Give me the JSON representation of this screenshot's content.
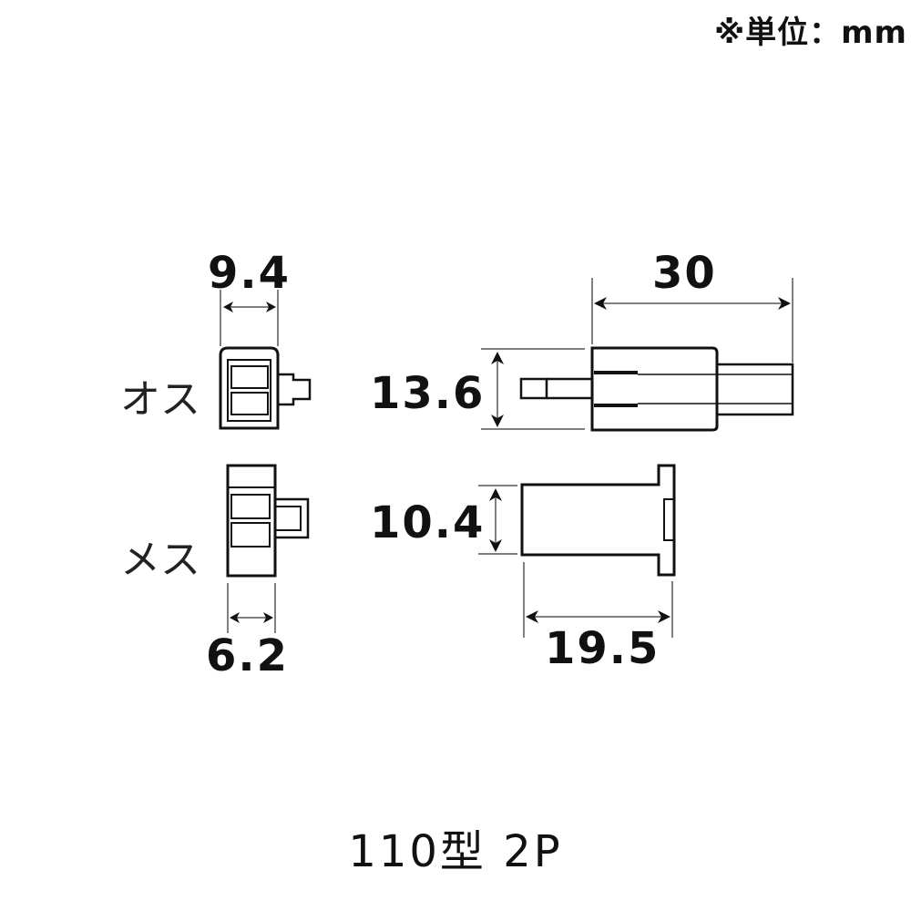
{
  "unit_note": "※単位：mm",
  "labels": {
    "male": "オス",
    "female": "メス"
  },
  "dimensions": {
    "male_width": "9.4",
    "male_length": "30",
    "male_height": "13.6",
    "female_width": "6.2",
    "female_height": "10.4",
    "female_length": "19.5"
  },
  "caption": "110型 2P",
  "colors": {
    "line": "#111111",
    "dim_line": "#555555",
    "background": "#ffffff"
  }
}
